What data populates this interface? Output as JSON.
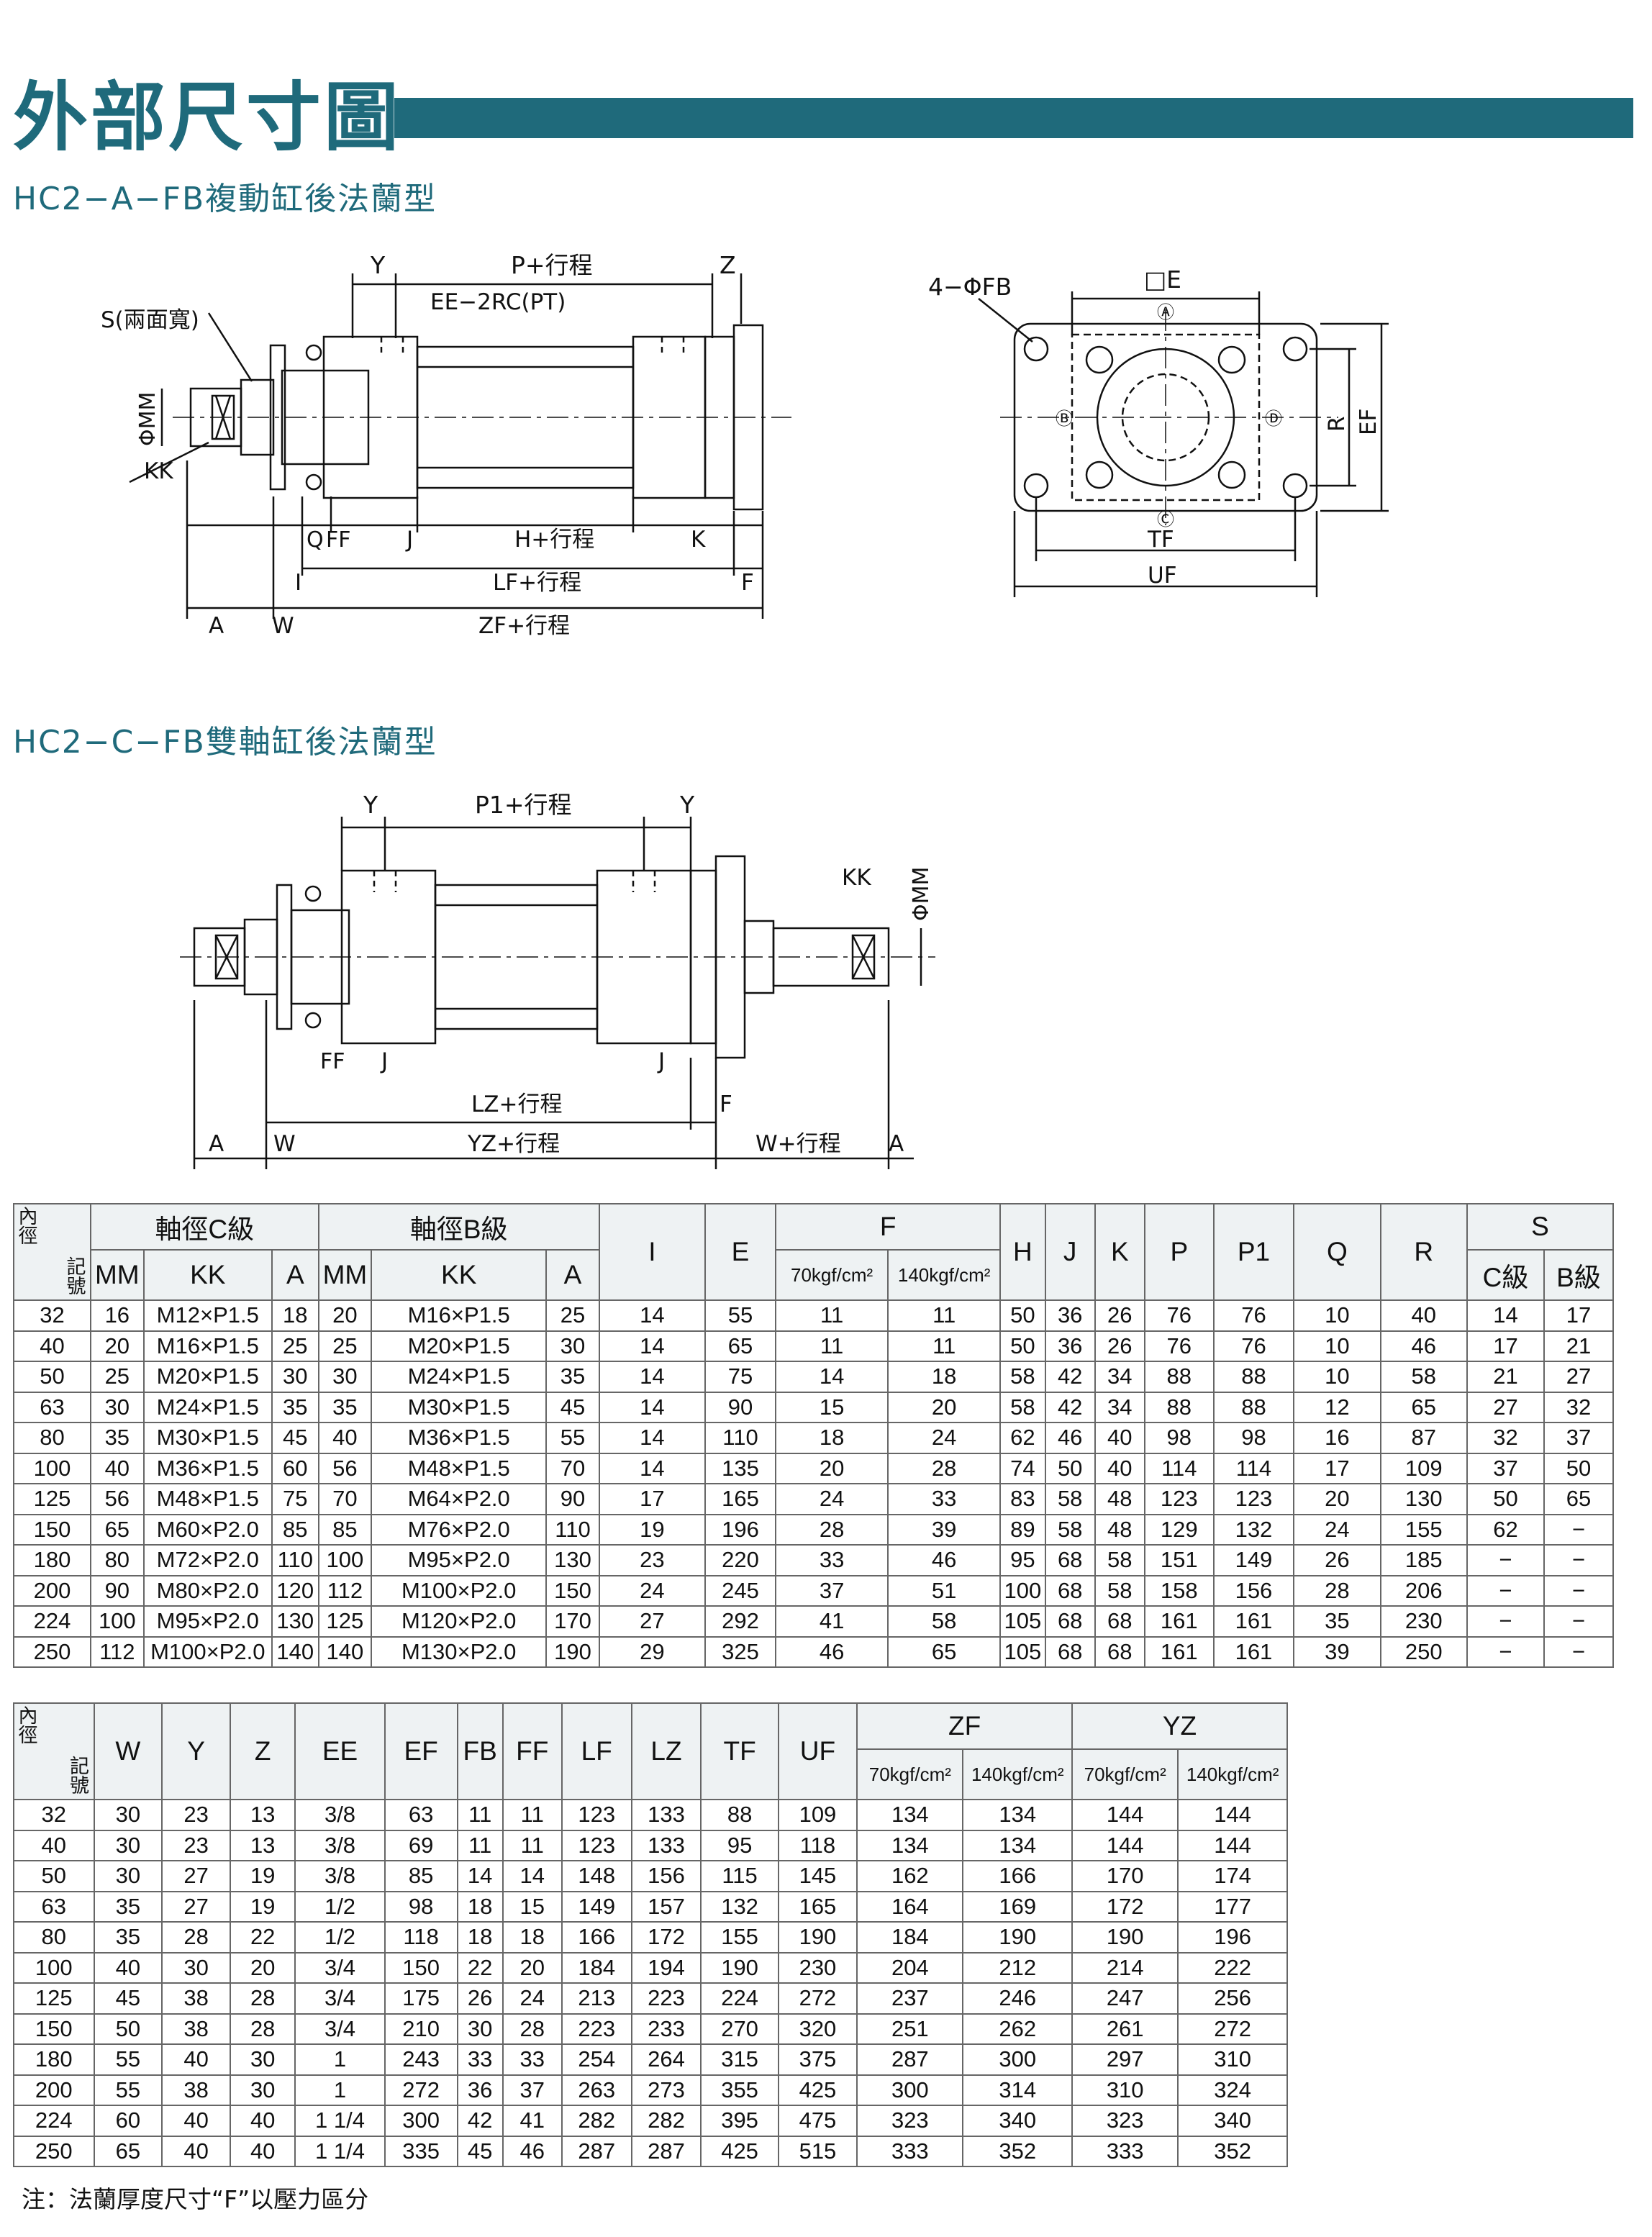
{
  "header": {
    "title": "外部尺寸圖"
  },
  "sections": {
    "s1": "HC2−A−FB複動缸後法蘭型",
    "s2": "HC2−C−FB雙軸缸後法蘭型"
  },
  "drawing1": {
    "Y": "Y",
    "P": "P+行程",
    "Z": "Z",
    "EE": "EE−2RC(PT)",
    "S": "S(兩面寬)",
    "MM": "ΦMM",
    "KK": "KK",
    "Q": "Q",
    "FF": "FF",
    "J": "J",
    "H": "H+行程",
    "K": "K",
    "I": "I",
    "LF": "LF+行程",
    "F": "F",
    "A": "A",
    "W": "W",
    "ZF": "ZF+行程"
  },
  "drawing2": {
    "FB": "4−ΦFB",
    "E": "□E",
    "R": "R",
    "EF": "EF",
    "TF": "TF",
    "UF": "UF",
    "cA": "Ⓐ",
    "cB": "Ⓑ",
    "cC": "Ⓒ",
    "cD": "Ⓓ"
  },
  "drawing3": {
    "Y1": "Y",
    "P1": "P1+行程",
    "Y2": "Y",
    "KK": "KK",
    "MM": "ΦMM",
    "FF": "FF",
    "J1": "J",
    "J2": "J",
    "LZ": "LZ+行程",
    "F": "F",
    "A1": "A",
    "W1": "W",
    "YZ": "YZ+行程",
    "W2": "W+行程",
    "A2": "A"
  },
  "table1": {
    "corner_top": "記號",
    "corner_bottom": "內徑",
    "groups": {
      "c": "軸徑C級",
      "b": "軸徑B級",
      "F": "F",
      "S": "S"
    },
    "headers": [
      "MM",
      "KK",
      "A",
      "MM",
      "KK",
      "A",
      "I",
      "E",
      "70kgf/cm²",
      "140kgf/cm²",
      "H",
      "J",
      "K",
      "P",
      "P1",
      "Q",
      "R",
      "C級",
      "B級"
    ],
    "rows": [
      [
        "32",
        "16",
        "M12×P1.5",
        "18",
        "20",
        "M16×P1.5",
        "25",
        "14",
        "55",
        "11",
        "11",
        "50",
        "36",
        "26",
        "76",
        "76",
        "10",
        "40",
        "14",
        "17"
      ],
      [
        "40",
        "20",
        "M16×P1.5",
        "25",
        "25",
        "M20×P1.5",
        "30",
        "14",
        "65",
        "11",
        "11",
        "50",
        "36",
        "26",
        "76",
        "76",
        "10",
        "46",
        "17",
        "21"
      ],
      [
        "50",
        "25",
        "M20×P1.5",
        "30",
        "30",
        "M24×P1.5",
        "35",
        "14",
        "75",
        "14",
        "18",
        "58",
        "42",
        "34",
        "88",
        "88",
        "10",
        "58",
        "21",
        "27"
      ],
      [
        "63",
        "30",
        "M24×P1.5",
        "35",
        "35",
        "M30×P1.5",
        "45",
        "14",
        "90",
        "15",
        "20",
        "58",
        "42",
        "34",
        "88",
        "88",
        "12",
        "65",
        "27",
        "32"
      ],
      [
        "80",
        "35",
        "M30×P1.5",
        "45",
        "40",
        "M36×P1.5",
        "55",
        "14",
        "110",
        "18",
        "24",
        "62",
        "46",
        "40",
        "98",
        "98",
        "16",
        "87",
        "32",
        "37"
      ],
      [
        "100",
        "40",
        "M36×P1.5",
        "60",
        "56",
        "M48×P1.5",
        "70",
        "14",
        "135",
        "20",
        "28",
        "74",
        "50",
        "40",
        "114",
        "114",
        "17",
        "109",
        "37",
        "50"
      ],
      [
        "125",
        "56",
        "M48×P1.5",
        "75",
        "70",
        "M64×P2.0",
        "90",
        "17",
        "165",
        "24",
        "33",
        "83",
        "58",
        "48",
        "123",
        "123",
        "20",
        "130",
        "50",
        "65"
      ],
      [
        "150",
        "65",
        "M60×P2.0",
        "85",
        "85",
        "M76×P2.0",
        "110",
        "19",
        "196",
        "28",
        "39",
        "89",
        "58",
        "48",
        "129",
        "132",
        "24",
        "155",
        "62",
        "−"
      ],
      [
        "180",
        "80",
        "M72×P2.0",
        "110",
        "100",
        "M95×P2.0",
        "130",
        "23",
        "220",
        "33",
        "46",
        "95",
        "68",
        "58",
        "151",
        "149",
        "26",
        "185",
        "−",
        "−"
      ],
      [
        "200",
        "90",
        "M80×P2.0",
        "120",
        "112",
        "M100×P2.0",
        "150",
        "24",
        "245",
        "37",
        "51",
        "100",
        "68",
        "58",
        "158",
        "156",
        "28",
        "206",
        "−",
        "−"
      ],
      [
        "224",
        "100",
        "M95×P2.0",
        "130",
        "125",
        "M120×P2.0",
        "170",
        "27",
        "292",
        "41",
        "58",
        "105",
        "68",
        "68",
        "161",
        "161",
        "35",
        "230",
        "−",
        "−"
      ],
      [
        "250",
        "112",
        "M100×P2.0",
        "140",
        "140",
        "M130×P2.0",
        "190",
        "29",
        "325",
        "46",
        "65",
        "105",
        "68",
        "68",
        "161",
        "161",
        "39",
        "250",
        "−",
        "−"
      ]
    ]
  },
  "table2": {
    "corner_top": "記號",
    "corner_bottom": "內徑",
    "headers": [
      "W",
      "Y",
      "Z",
      "EE",
      "EF",
      "FB",
      "FF",
      "LF",
      "LZ",
      "TF",
      "UF"
    ],
    "groups": {
      "ZF": "ZF",
      "YZ": "YZ"
    },
    "subheaders": [
      "70kgf/cm²",
      "140kgf/cm²",
      "70kgf/cm²",
      "140kgf/cm²"
    ],
    "rows": [
      [
        "32",
        "30",
        "23",
        "13",
        "3/8",
        "63",
        "11",
        "11",
        "123",
        "133",
        "88",
        "109",
        "134",
        "134",
        "144",
        "144"
      ],
      [
        "40",
        "30",
        "23",
        "13",
        "3/8",
        "69",
        "11",
        "11",
        "123",
        "133",
        "95",
        "118",
        "134",
        "134",
        "144",
        "144"
      ],
      [
        "50",
        "30",
        "27",
        "19",
        "3/8",
        "85",
        "14",
        "14",
        "148",
        "156",
        "115",
        "145",
        "162",
        "166",
        "170",
        "174"
      ],
      [
        "63",
        "35",
        "27",
        "19",
        "1/2",
        "98",
        "18",
        "15",
        "149",
        "157",
        "132",
        "165",
        "164",
        "169",
        "172",
        "177"
      ],
      [
        "80",
        "35",
        "28",
        "22",
        "1/2",
        "118",
        "18",
        "18",
        "166",
        "172",
        "155",
        "190",
        "184",
        "190",
        "190",
        "196"
      ],
      [
        "100",
        "40",
        "30",
        "20",
        "3/4",
        "150",
        "22",
        "20",
        "184",
        "194",
        "190",
        "230",
        "204",
        "212",
        "214",
        "222"
      ],
      [
        "125",
        "45",
        "38",
        "28",
        "3/4",
        "175",
        "26",
        "24",
        "213",
        "223",
        "224",
        "272",
        "237",
        "246",
        "247",
        "256"
      ],
      [
        "150",
        "50",
        "38",
        "28",
        "3/4",
        "210",
        "30",
        "28",
        "223",
        "233",
        "270",
        "320",
        "251",
        "262",
        "261",
        "272"
      ],
      [
        "180",
        "55",
        "40",
        "30",
        "1",
        "243",
        "33",
        "33",
        "254",
        "264",
        "315",
        "375",
        "287",
        "300",
        "297",
        "310"
      ],
      [
        "200",
        "55",
        "38",
        "30",
        "1",
        "272",
        "36",
        "37",
        "263",
        "273",
        "355",
        "425",
        "300",
        "314",
        "310",
        "324"
      ],
      [
        "224",
        "60",
        "40",
        "40",
        "1 1/4",
        "300",
        "42",
        "41",
        "282",
        "282",
        "395",
        "475",
        "323",
        "340",
        "323",
        "340"
      ],
      [
        "250",
        "65",
        "40",
        "40",
        "1 1/4",
        "335",
        "45",
        "46",
        "287",
        "287",
        "425",
        "515",
        "333",
        "352",
        "333",
        "352"
      ]
    ]
  },
  "note": "注：法蘭厚度尺寸“F”以壓力區分"
}
